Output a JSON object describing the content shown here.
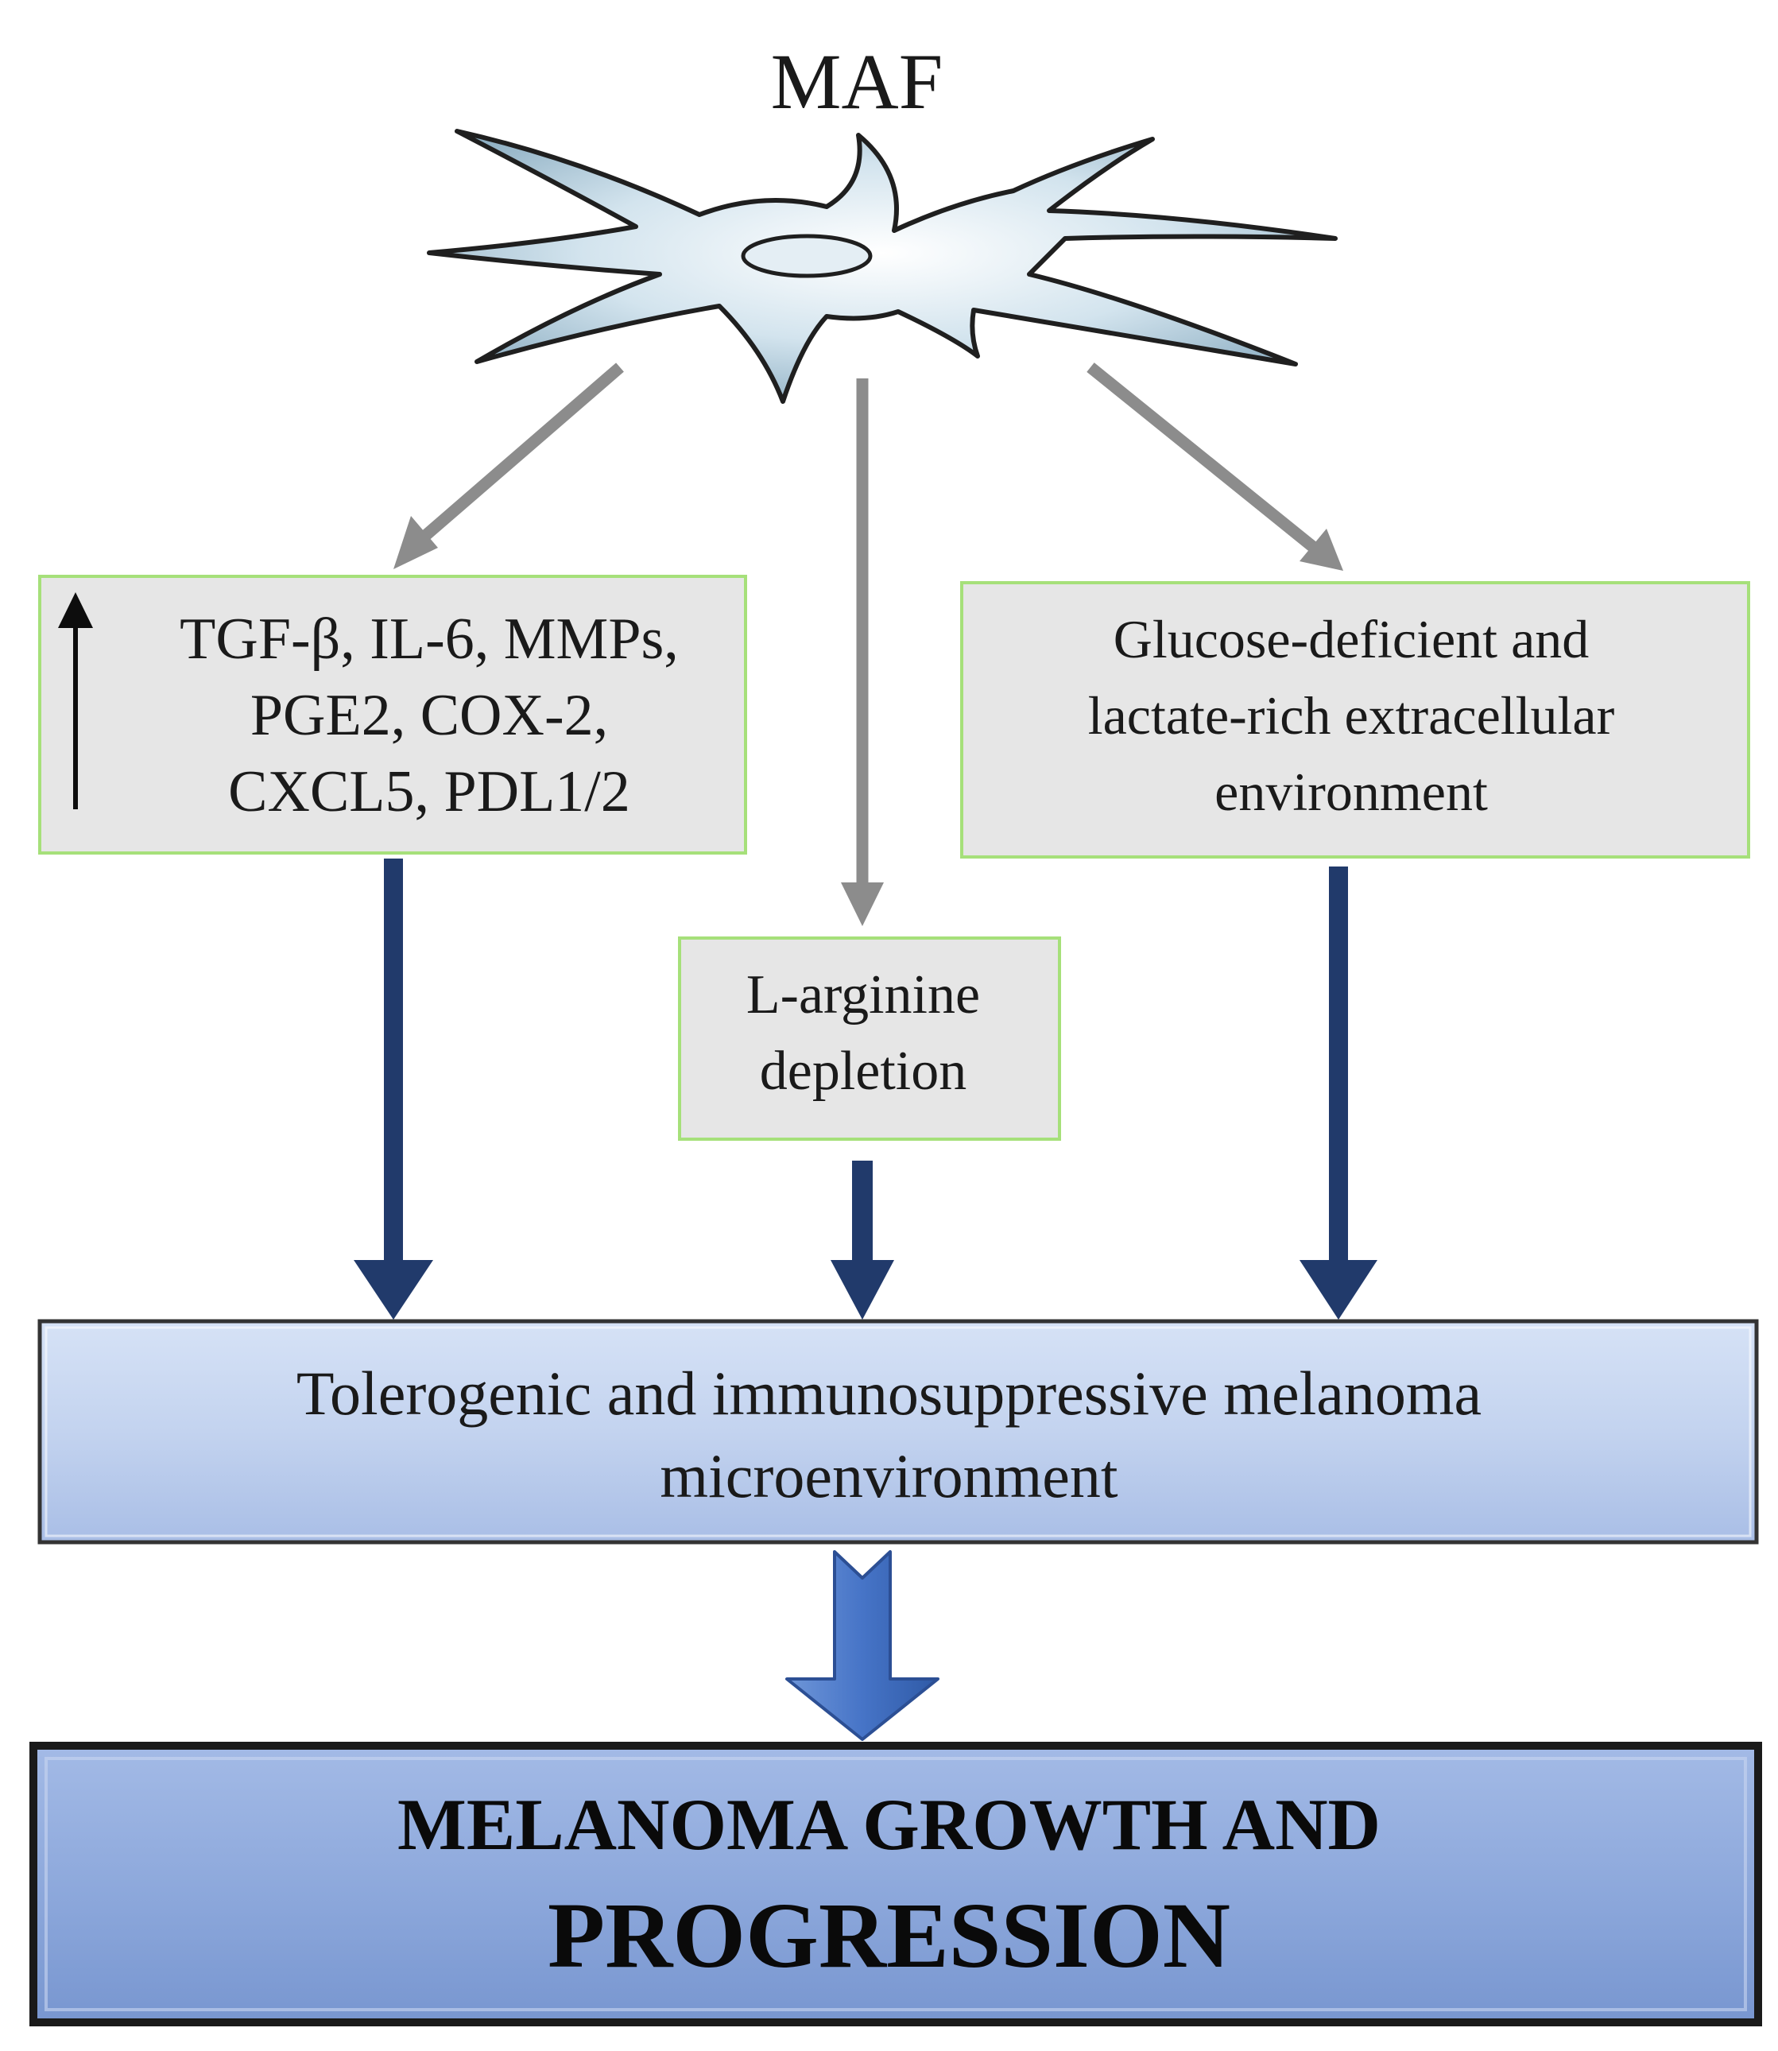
{
  "cell": {
    "label": "MAF",
    "icon": "fibroblast-cell-icon",
    "body_color": "#d3e4ee",
    "outline_color": "#1f1f1f"
  },
  "boxes": {
    "cytokines": {
      "lines": [
        "TGF-β, IL-6, MMPs,",
        "PGE2, COX-2,",
        "CXCL5, PDL1/2"
      ],
      "indicator_icon": "up-arrow-icon",
      "fill": "#e6e6e6",
      "border": "#a6e07a"
    },
    "arginine": {
      "lines": [
        "L-arginine",
        "depletion"
      ],
      "fill": "#e6e6e6",
      "border": "#a6e07a"
    },
    "glucose": {
      "lines": [
        "Glucose-deficient and",
        "lactate-rich extracellular",
        "environment"
      ],
      "fill": "#e6e6e6",
      "border": "#a6e07a"
    },
    "microenvironment": {
      "lines": [
        "Tolerogenic and immunosuppressive melanoma",
        "microenvironment"
      ],
      "fill": "#c3d3ef",
      "border": "#333333"
    },
    "outcome": {
      "lines": [
        "MELANOMA GROWTH AND",
        "PROGRESSION"
      ],
      "fill": "#8ea9dc",
      "border": "#1a1a1a"
    }
  },
  "arrows": {
    "from_cell_color": "#8c8c8c",
    "to_environment_color": "#213a6b",
    "to_outcome_color": "#4674c7"
  }
}
